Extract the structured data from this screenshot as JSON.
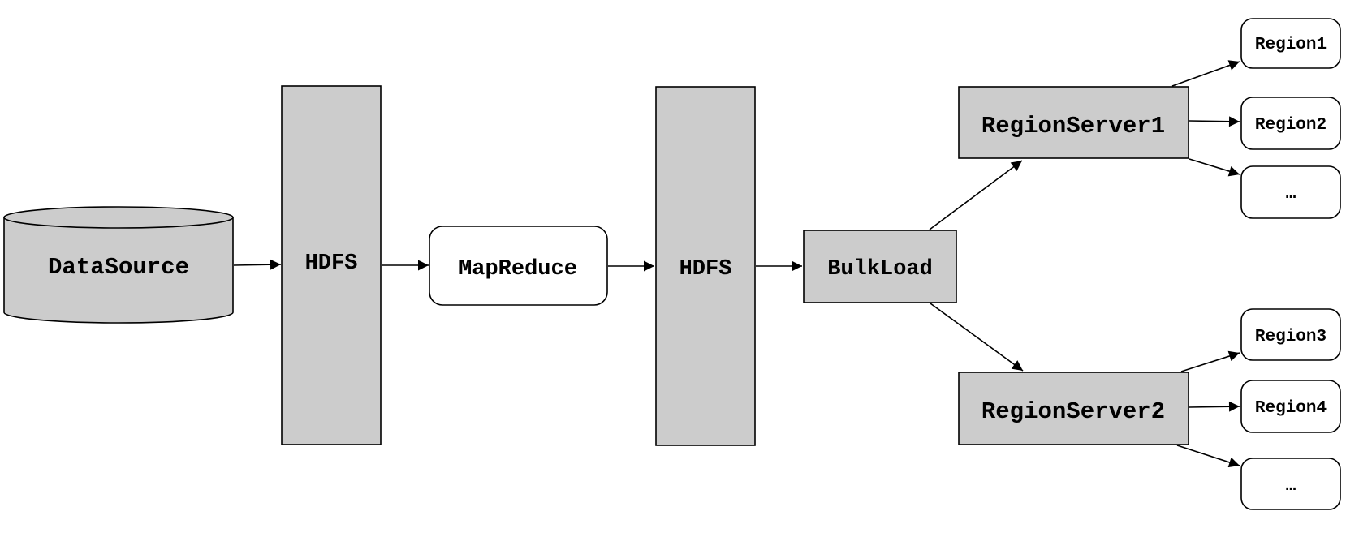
{
  "colors": {
    "node_fill": "#cccccc",
    "node_white": "#ffffff",
    "stroke": "#000000"
  },
  "nodes": {
    "datasource": "DataSource",
    "hdfs_1": "HDFS",
    "mapreduce": "MapReduce",
    "hdfs_2": "HDFS",
    "bulkload": "BulkLoad",
    "regionserver_1": "RegionServer1",
    "regionserver_2": "RegionServer2",
    "region_1": "Region1",
    "region_2": "Region2",
    "region_more_1": "…",
    "region_3": "Region3",
    "region_4": "Region4",
    "region_more_2": "…"
  },
  "edges": [
    [
      "datasource",
      "hdfs_1"
    ],
    [
      "hdfs_1",
      "mapreduce"
    ],
    [
      "mapreduce",
      "hdfs_2"
    ],
    [
      "hdfs_2",
      "bulkload"
    ],
    [
      "bulkload",
      "regionserver_1"
    ],
    [
      "bulkload",
      "regionserver_2"
    ],
    [
      "regionserver_1",
      "region_1"
    ],
    [
      "regionserver_1",
      "region_2"
    ],
    [
      "regionserver_1",
      "region_more_1"
    ],
    [
      "regionserver_2",
      "region_3"
    ],
    [
      "regionserver_2",
      "region_4"
    ],
    [
      "regionserver_2",
      "region_more_2"
    ]
  ]
}
